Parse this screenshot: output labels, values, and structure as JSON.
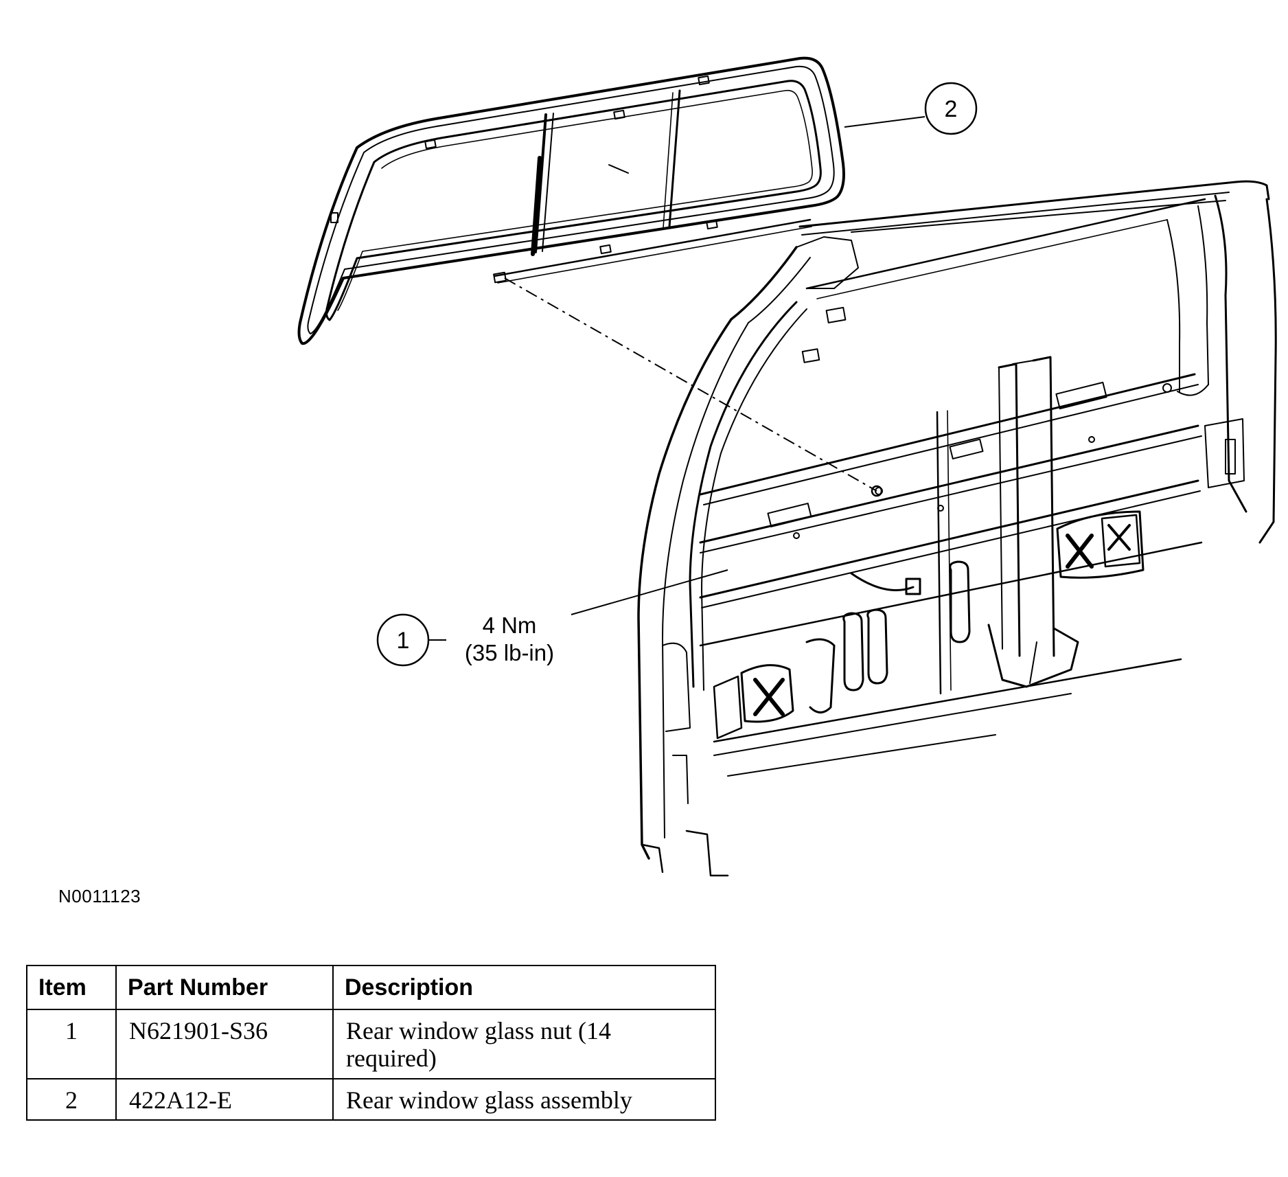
{
  "figure_id": "N0011123",
  "callouts": {
    "item1": {
      "number": "1",
      "torque_metric": "4 Nm",
      "torque_imperial": "(35 lb-in)"
    },
    "item2": {
      "number": "2"
    }
  },
  "table": {
    "headers": {
      "item": "Item",
      "part_number": "Part Number",
      "description": "Description"
    },
    "rows": [
      {
        "item": "1",
        "part_number": "N621901-S36",
        "description": "Rear window glass nut (14 required)"
      },
      {
        "item": "2",
        "part_number": "422A12-E",
        "description": "Rear window glass assembly"
      }
    ]
  },
  "colors": {
    "line": "#000000",
    "background": "#ffffff"
  }
}
